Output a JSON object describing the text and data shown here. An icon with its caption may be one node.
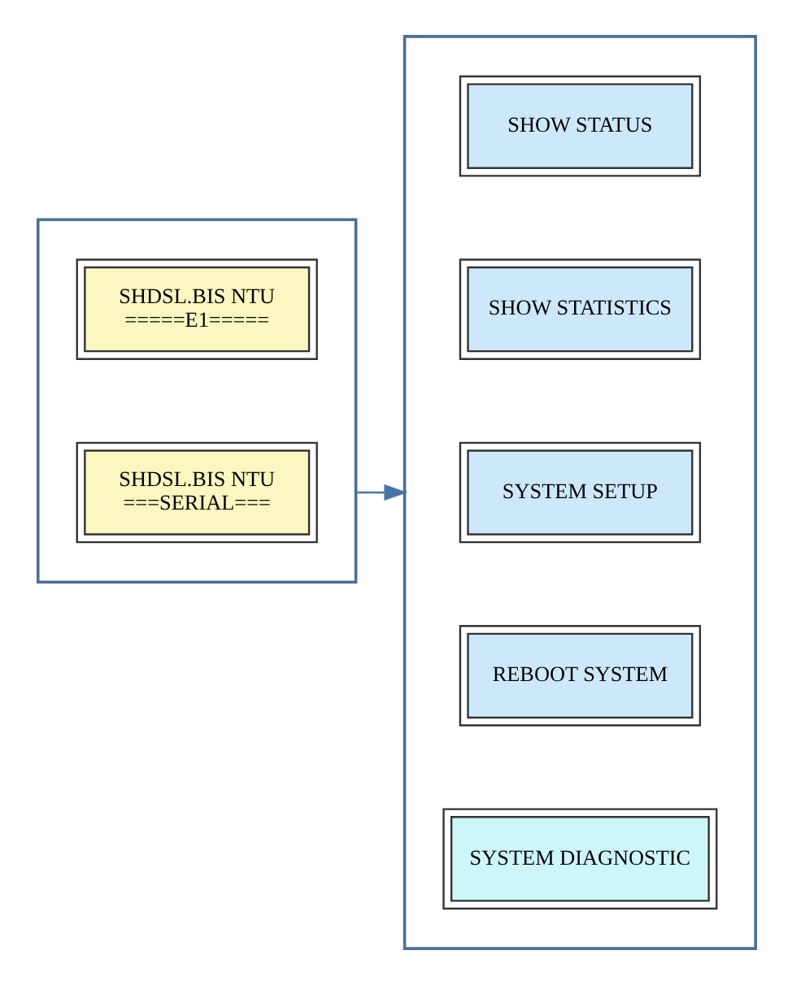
{
  "diagram": {
    "nodes": [
      {
        "text": [],
        "shape": "box"
      },
      {
        "text": [
          "SHDSL.BIS NTU",
          "=====E1====="
        ],
        "in": 0
      },
      {
        "text": [
          "SHDSL.BIS NTU",
          "===SERIAL==="
        ],
        "in": 0
      },
      {
        "text": [],
        "shape": "box"
      },
      {
        "text": [
          "SHOW STATUS"
        ],
        "in": 3
      },
      {
        "text": [
          "SHOW STATISTICS"
        ],
        "in": 3
      },
      {
        "text": [
          "SYSTEM SETUP"
        ],
        "in": 3
      },
      {
        "text": [
          "REBOOT SYSTEM"
        ],
        "in": 3
      },
      {
        "text": [
          "SYSTEM DIAGNOSTIC"
        ],
        "in": 3
      }
    ],
    "edges": [
      {
        "from": 0,
        "to": 3,
        "arrow": "to"
      }
    ]
  }
}
